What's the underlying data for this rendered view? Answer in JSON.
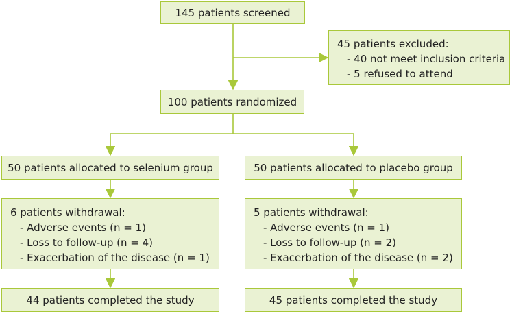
{
  "screened": "145 patients screened",
  "excluded": {
    "title": "45 patients excluded:",
    "items": [
      "- 40 not meet inclusion criteria",
      "- 5 refused to attend"
    ]
  },
  "randomized": "100 patients randomized",
  "arms": [
    {
      "allocated": "50 patients allocated to selenium group",
      "withdrawal_title": "6 patients withdrawal:",
      "withdrawal_items": [
        "- Adverse events (n = 1)",
        "- Loss to follow-up (n = 4)",
        "- Exacerbation of the disease (n = 1)"
      ],
      "completed": "44 patients completed the study"
    },
    {
      "allocated": "50 patients allocated to placebo group",
      "withdrawal_title": "5 patients withdrawal:",
      "withdrawal_items": [
        "- Adverse events (n = 1)",
        "- Loss to follow-up (n = 2)",
        "- Exacerbation of the disease (n = 2)"
      ],
      "completed": "45 patients completed the study"
    }
  ],
  "colors": {
    "box_fill": "#eaf2d3",
    "box_border": "#a9c83a",
    "arrow": "#a9c83a"
  }
}
